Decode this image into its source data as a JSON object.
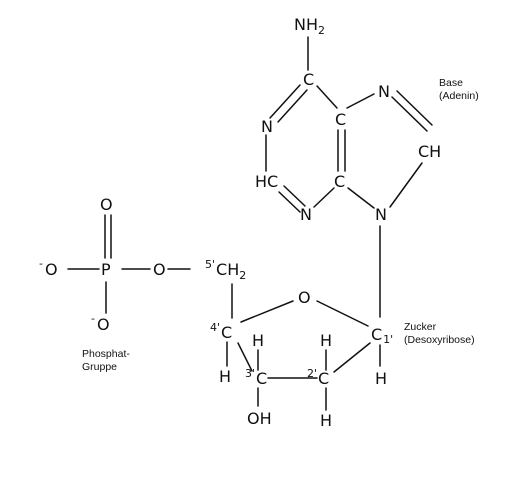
{
  "atoms": {
    "n6": {
      "main": "NH",
      "sub": "2"
    },
    "c6": "C",
    "n1": "N",
    "c5": "C",
    "n7": "N",
    "c2": "HC",
    "c4": "C",
    "n3": "N",
    "n9": "N",
    "c8": "CH",
    "o_minus_1": {
      "charge": "-",
      "main": "O"
    },
    "p": "P",
    "o_double": "O",
    "o_bridge": "O",
    "o_minus_2": {
      "charge": "-",
      "main": "O"
    },
    "c5p": {
      "prime": "5'",
      "main": "CH",
      "sub": "2"
    },
    "o_ring": "O",
    "c4p": {
      "prime": "4'",
      "main": "C"
    },
    "h4p": "H",
    "h3p_top": "H",
    "c3p": {
      "prime": "3'",
      "main": "C"
    },
    "oh": "OH",
    "h2p_top": "H",
    "c2p": {
      "prime": "2'",
      "main": "C"
    },
    "h2p_bottom": "H",
    "c1p": {
      "main": "C",
      "prime": "1'"
    },
    "h1p": "H"
  },
  "labels": {
    "base": [
      "Base",
      "(Adenin)"
    ],
    "sugar": [
      "Zucker",
      "(Desoxyribose)"
    ],
    "phosphate": [
      "Phosphat-",
      "Gruppe"
    ]
  }
}
